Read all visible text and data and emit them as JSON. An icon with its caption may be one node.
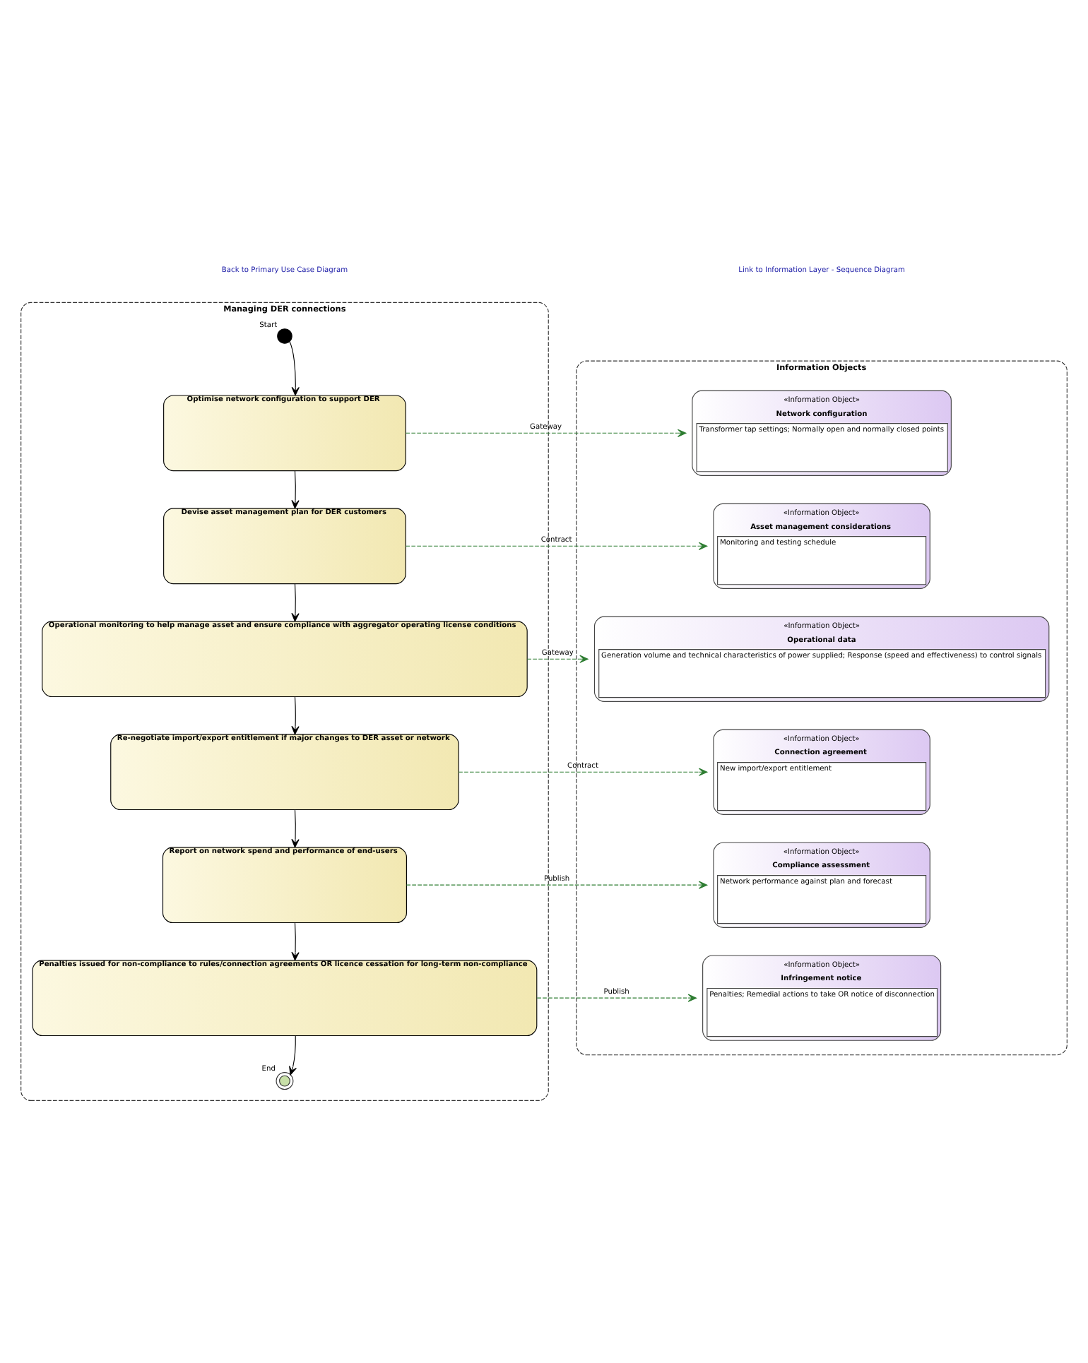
{
  "diagram": {
    "nodes": [
      {
        "text": [
          "Managing DER connections"
        ]
      },
      {
        "text": [],
        "shape": "circle",
        "beside": [
          "Start"
        ],
        "in": 0
      },
      {
        "text": [
          "Optimise network configuration to support DER"
        ],
        "in": 0
      },
      {
        "text": [
          "Devise asset management plan for DER customers"
        ],
        "in": 0
      },
      {
        "text": [
          "Operational monitoring to help manage asset and ensure compliance with aggregator operating license conditions"
        ],
        "in": 0
      },
      {
        "text": [
          "Re-negotiate import/export entitlement if major changes to DER asset or network"
        ],
        "in": 0
      },
      {
        "text": [
          "Report on network spend and performance of end-users"
        ],
        "in": 0
      },
      {
        "text": [
          "Penalties issued for non-compliance to rules/connection agreements OR licence cessation for long-term non-compliance"
        ],
        "in": 0
      },
      {
        "text": [],
        "shape": "circle",
        "beside": [
          "End"
        ],
        "in": 0
      },
      {
        "text": [
          "Information Objects"
        ]
      },
      {
        "text": [
          "«Information Object»",
          "Network configuration",
          "Transformer tap settings; Normally open and normally closed points"
        ],
        "in": 9
      },
      {
        "text": [
          "«Information Object»",
          "Asset management considerations",
          "Monitoring and testing schedule"
        ],
        "in": 9
      },
      {
        "text": [
          "«Information Object»",
          "Operational data",
          "Generation volume and technical characteristics of power supplied; Response (speed and effectiveness) to control signals"
        ],
        "in": 9
      },
      {
        "text": [
          "«Information Object»",
          "Connection agreement",
          "New import/export entitlement"
        ],
        "in": 9
      },
      {
        "text": [
          "«Information Object»",
          "Compliance assessment",
          "Network performance against plan and forecast"
        ],
        "in": 9
      },
      {
        "text": [
          "«Information Object»",
          "Infringement notice",
          "Penalties; Remedial actions to take OR notice of disconnection"
        ],
        "in": 9
      }
    ],
    "edges": [
      {
        "from": 1,
        "to": 2,
        "arrow": "to"
      },
      {
        "from": 2,
        "to": 3,
        "arrow": "to"
      },
      {
        "from": 3,
        "to": 4,
        "arrow": "to"
      },
      {
        "from": 4,
        "to": 5,
        "arrow": "to"
      },
      {
        "from": 5,
        "to": 6,
        "arrow": "to"
      },
      {
        "from": 6,
        "to": 7,
        "arrow": "to"
      },
      {
        "from": 7,
        "to": 8,
        "arrow": "to"
      },
      {
        "from": 2,
        "to": 10,
        "arrow": "to",
        "label": "Gateway",
        "style": "dashed",
        "color": "#2e7d32"
      },
      {
        "from": 3,
        "to": 11,
        "arrow": "to",
        "label": "Contract",
        "style": "dashed",
        "color": "#2e7d32"
      },
      {
        "from": 4,
        "to": 12,
        "arrow": "to",
        "label": "Gateway",
        "style": "dashed",
        "color": "#2e7d32"
      },
      {
        "from": 5,
        "to": 13,
        "arrow": "to",
        "label": "Contract",
        "style": "dashed",
        "color": "#2e7d32"
      },
      {
        "from": 6,
        "to": 14,
        "arrow": "to",
        "label": "Publish",
        "style": "dashed",
        "color": "#2e7d32"
      },
      {
        "from": 7,
        "to": 15,
        "arrow": "to",
        "label": "Publish",
        "style": "dashed",
        "color": "#2e7d32"
      }
    ],
    "labels": [
      "Back to Primary Use Case Diagram",
      "Link to Information Layer - Sequence Diagram"
    ]
  }
}
